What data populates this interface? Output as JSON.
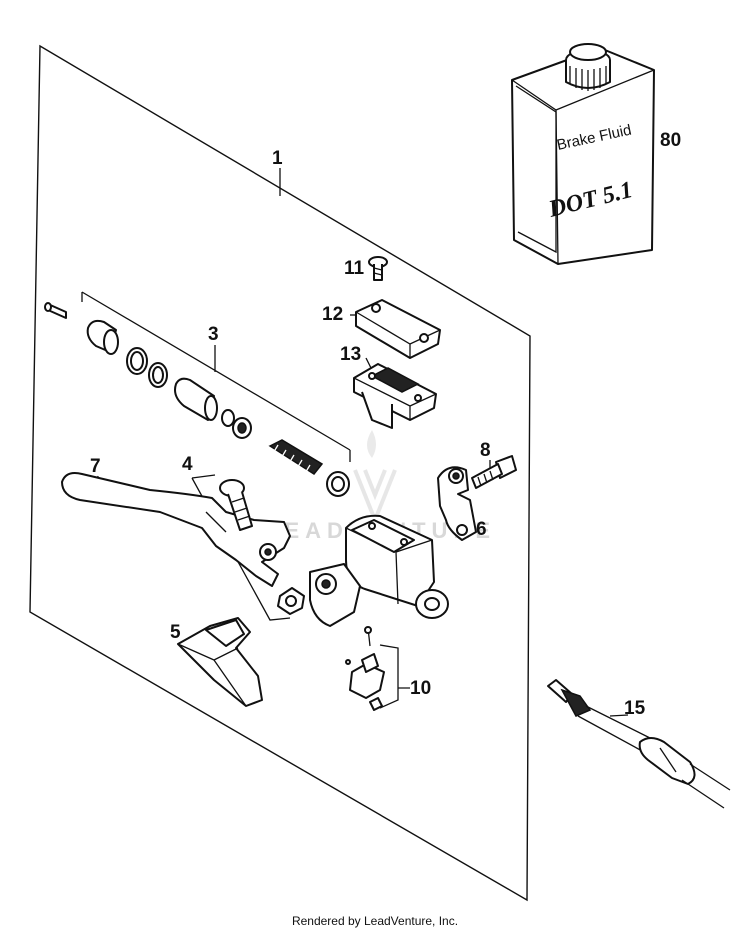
{
  "callouts": {
    "c1": "1",
    "c3": "3",
    "c4": "4",
    "c5": "5",
    "c6": "6",
    "c7": "7",
    "c8": "8",
    "c10": "10",
    "c11": "11",
    "c12": "12",
    "c13": "13",
    "c15": "15",
    "c80": "80"
  },
  "bottle": {
    "line1": "Brake Fluid",
    "line2": "DOT 5.1"
  },
  "watermark": "LEADVENTURE",
  "footer": "Rendered by LeadVenture, Inc."
}
